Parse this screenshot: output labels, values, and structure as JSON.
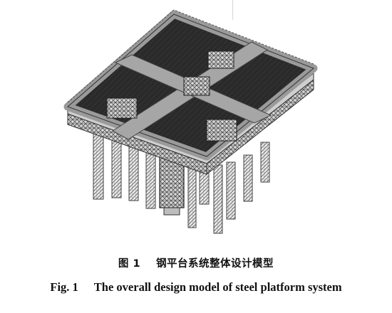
{
  "figure": {
    "caption_cn_label": "图 1",
    "caption_cn_title": "钢平台系统整体设计模型",
    "caption_en_label": "Fig. 1",
    "caption_en_title": "The overall design model of steel platform system"
  }
}
